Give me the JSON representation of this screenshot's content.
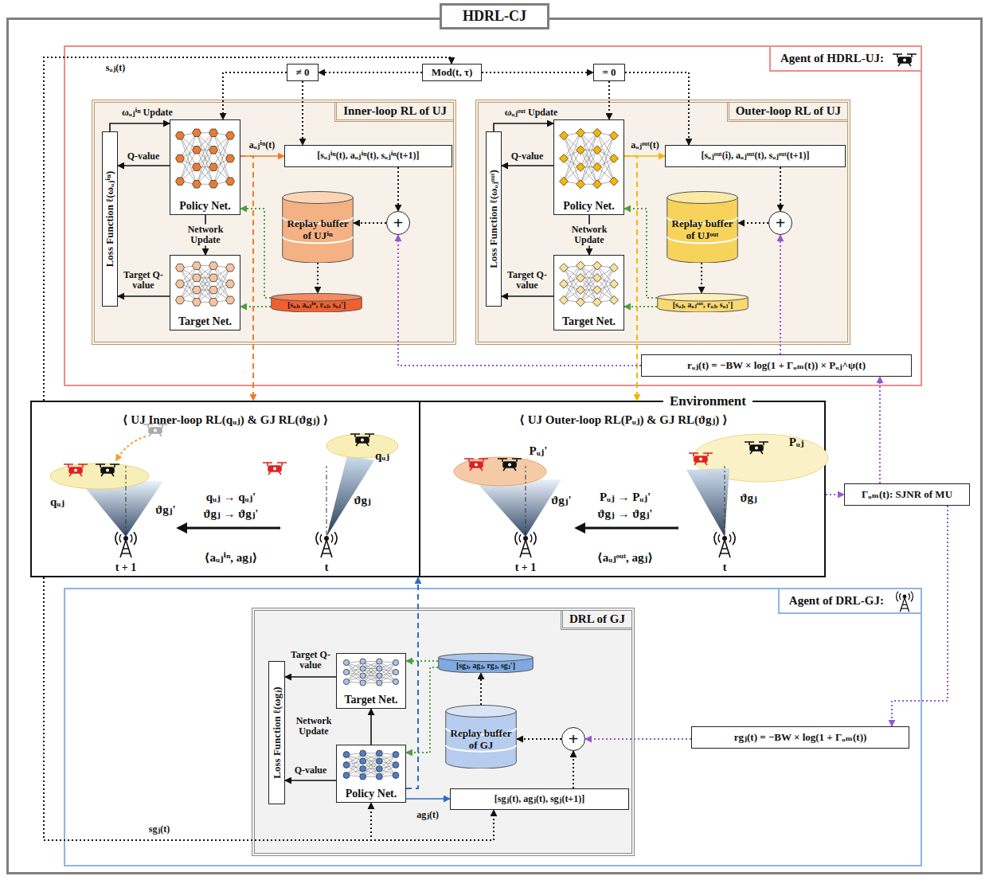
{
  "diagram": {
    "nodes": [
      {
        "text": [
          "HDRL-CJ"
        ]
      },
      {
        "text": [
          "Agent of HDRL-UJ:"
        ],
        "in": 0
      },
      {
        "text": [
          "Inner-loop RL of UJ"
        ],
        "in": 1
      },
      {
        "text": [
          "Loss Function ℓ(ωᵤⱼⁱⁿ)"
        ],
        "in": 2
      },
      {
        "text": [
          "Policy Net."
        ],
        "in": 2
      },
      {
        "text": [
          "Target Net."
        ],
        "in": 2
      },
      {
        "text": [
          "[sᵤⱼⁱⁿ(t), aᵤⱼⁱⁿ(t), sᵤⱼⁱⁿ(t+1)]"
        ],
        "in": 2
      },
      {
        "text": [
          "+"
        ],
        "in": 2
      },
      {
        "text": [
          "Replay buffer of UJⁱⁿ"
        ],
        "in": 2
      },
      {
        "text": [
          "[sᵤⱼ, aᵤⱼⁱⁿ, rᵤⱼ, sᵤⱼ']"
        ],
        "in": 2
      },
      {
        "text": [
          "Outer-loop RL of UJ"
        ],
        "in": 1
      },
      {
        "text": [
          "Loss Function ℓ(ωᵤⱼᵒᵘᵗ)"
        ],
        "in": 10
      },
      {
        "text": [
          "Policy Net."
        ],
        "in": 10
      },
      {
        "text": [
          "Target Net."
        ],
        "in": 10
      },
      {
        "text": [
          "[sᵤⱼᵒᵘᵗ(i), aᵤⱼᵒᵘᵗ(t), sᵤⱼᵒᵘᵗ(t+1)]"
        ],
        "in": 10
      },
      {
        "text": [
          "+"
        ],
        "in": 10
      },
      {
        "text": [
          "Replay buffer of UJᵒᵘᵗ"
        ],
        "in": 10
      },
      {
        "text": [
          "[sᵤⱼ, aᵤⱼᵒᵘᵗ, rᵤⱼ, sᵤⱼ']"
        ],
        "in": 10
      },
      {
        "text": [
          "≠ 0"
        ],
        "in": 1
      },
      {
        "text": [
          "Mod(t, τ)"
        ],
        "in": 1
      },
      {
        "text": [
          "= 0"
        ],
        "in": 1
      },
      {
        "text": [
          "rᵤⱼ(t) = −BW × log(1 + Γᵤₘ(t)) × Pᵤⱼ^ψ(t)"
        ],
        "in": 1
      },
      {
        "text": [
          "Environment"
        ],
        "in": 0
      },
      {
        "text": [
          "Γᵤₘ(t): SJNR of MU"
        ],
        "in": 0
      },
      {
        "text": [
          "Agent of DRL-GJ:"
        ],
        "in": 0
      },
      {
        "text": [
          "DRL of GJ"
        ],
        "in": 24
      },
      {
        "text": [
          "Loss Function ℓ(ωgⱼ)"
        ],
        "in": 25
      },
      {
        "text": [
          "Target Net."
        ],
        "in": 25
      },
      {
        "text": [
          "Policy Net."
        ],
        "in": 25
      },
      {
        "text": [
          "[sgⱼ, agⱼ, rgⱼ, sgⱼ']"
        ],
        "in": 25
      },
      {
        "text": [
          "Replay buffer of GJ"
        ],
        "in": 25
      },
      {
        "text": [
          "+"
        ],
        "in": 25
      },
      {
        "text": [
          "[sgⱼ(t), agⱼ(t), sgⱼ(t+1)]"
        ],
        "in": 25
      },
      {
        "text": [
          "rgⱼ(t) = −BW × log(1 + Γᵤₘ(t))"
        ],
        "in": 24
      }
    ],
    "edges": [
      {
        "from": 4,
        "to": 5,
        "arrow": "to",
        "label": "Network Update"
      },
      {
        "from": 4,
        "to": 3,
        "arrow": "to",
        "label": "Q-value"
      },
      {
        "from": 5,
        "to": 3,
        "arrow": "to",
        "label": "Target Q-value"
      },
      {
        "from": 3,
        "to": 4,
        "arrow": "to",
        "label": "ωᵤⱼⁱⁿ Update"
      },
      {
        "from": 4,
        "to": 6,
        "arrow": "to",
        "label": "aᵤⱼⁱⁿ(t)"
      },
      {
        "from": 6,
        "to": 7,
        "arrow": "to"
      },
      {
        "from": 7,
        "to": 8,
        "arrow": "to"
      },
      {
        "from": 8,
        "to": 9,
        "arrow": "to"
      },
      {
        "from": 9,
        "to": 4,
        "arrow": "to"
      },
      {
        "from": 9,
        "to": 5,
        "arrow": "to"
      },
      {
        "from": 12,
        "to": 13,
        "arrow": "to",
        "label": "Network Update"
      },
      {
        "from": 12,
        "to": 11,
        "arrow": "to",
        "label": "Q-value"
      },
      {
        "from": 13,
        "to": 11,
        "arrow": "to",
        "label": "Target Q-value"
      },
      {
        "from": 11,
        "to": 12,
        "arrow": "to",
        "label": "ωᵤⱼᵒᵘᵗ Update"
      },
      {
        "from": 12,
        "to": 14,
        "arrow": "to",
        "label": "aᵤⱼᵒᵘᵗ(t)"
      },
      {
        "from": 14,
        "to": 15,
        "arrow": "to"
      },
      {
        "from": 15,
        "to": 16,
        "arrow": "to"
      },
      {
        "from": 16,
        "to": 17,
        "arrow": "to"
      },
      {
        "from": 17,
        "to": 12,
        "arrow": "to"
      },
      {
        "from": 17,
        "to": 13,
        "arrow": "to"
      },
      {
        "from": 19,
        "to": 18,
        "arrow": "to"
      },
      {
        "from": 19,
        "to": 20,
        "arrow": "to"
      },
      {
        "from": 18,
        "to": 4,
        "arrow": "to"
      },
      {
        "from": 18,
        "to": 6,
        "arrow": "to"
      },
      {
        "from": 20,
        "to": 12,
        "arrow": "to"
      },
      {
        "from": 20,
        "to": 14,
        "arrow": "to"
      },
      {
        "from": 22,
        "to": 19,
        "arrow": "to",
        "label": "sᵤⱼ(t)"
      },
      {
        "from": 4,
        "to": 22,
        "arrow": "to"
      },
      {
        "from": 12,
        "to": 22,
        "arrow": "to"
      },
      {
        "from": 21,
        "to": 7,
        "arrow": "to"
      },
      {
        "from": 21,
        "to": 15,
        "arrow": "to"
      },
      {
        "from": 22,
        "to": 23,
        "arrow": "to"
      },
      {
        "from": 23,
        "to": 21,
        "arrow": "to"
      },
      {
        "from": 23,
        "to": 33,
        "arrow": "to"
      },
      {
        "from": 33,
        "to": 31,
        "arrow": "to"
      },
      {
        "from": 28,
        "to": 22,
        "arrow": "to"
      },
      {
        "from": 28,
        "to": 32,
        "arrow": "to",
        "label": "agⱼ(t)"
      },
      {
        "from": 32,
        "to": 31,
        "arrow": "to"
      },
      {
        "from": 31,
        "to": 30,
        "arrow": "to"
      },
      {
        "from": 30,
        "to": 29,
        "arrow": "to"
      },
      {
        "from": 29,
        "to": 27,
        "arrow": "to"
      },
      {
        "from": 29,
        "to": 28,
        "arrow": "to"
      },
      {
        "from": 28,
        "to": 27,
        "arrow": "to",
        "label": "Network Update"
      },
      {
        "from": 27,
        "to": 26,
        "arrow": "to",
        "label": "Target Q-value"
      },
      {
        "from": 28,
        "to": 26,
        "arrow": "to",
        "label": "Q-value"
      },
      {
        "from": 22,
        "to": 28,
        "arrow": "to",
        "label": "sgⱼ(t)"
      },
      {
        "from": 22,
        "to": 32,
        "arrow": "to"
      }
    ],
    "labels": [
      "⟨ UJ Inner-loop RL(qᵤⱼ) & GJ RL(ϑgⱼ) ⟩",
      "qᵤⱼ",
      "ϑgⱼ'",
      "qᵤⱼ → qᵤⱼ'",
      "ϑgⱼ → ϑgⱼ'",
      "⟨aᵤⱼⁱⁿ, agⱼ⟩",
      "t + 1",
      "qᵤⱼ",
      "ϑgⱼ",
      "t",
      "⟨ UJ Outer-loop RL(Pᵤⱼ) & GJ RL(ϑgⱼ) ⟩",
      "Pᵤⱼ'",
      "ϑgⱼ'",
      "Pᵤⱼ → Pᵤⱼ'",
      "ϑgⱼ → ϑgⱼ'",
      "⟨aᵤⱼᵒᵘᵗ, agⱼ⟩",
      "t + 1",
      "Pᵤⱼ",
      "ϑgⱼ",
      "t"
    ]
  }
}
